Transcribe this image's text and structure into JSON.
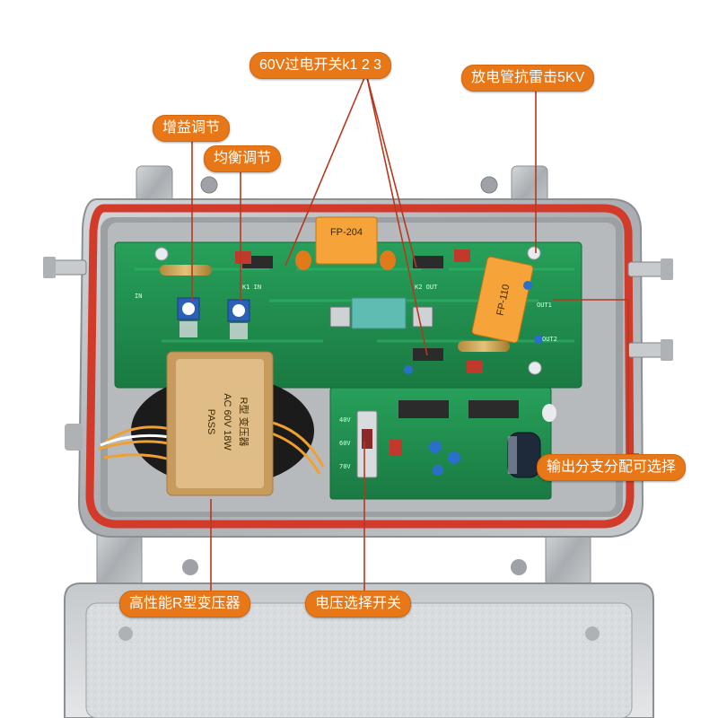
{
  "callouts": {
    "switch_60v": "60V过电开关k1 2 3",
    "surge_5kv": "放电管抗雷击5KV",
    "gain_adjust": "增益调节",
    "eq_adjust": "均衡调节",
    "output_select": "输出分支分配可选择",
    "transformer": "高性能R型变压器",
    "voltage_switch": "电压选择开关"
  },
  "pcb_labels": {
    "in": "IN",
    "out1": "OUT1",
    "out2": "OUT2",
    "fp204": "FP-204",
    "fp110": "FP-110",
    "k1_in": "K1 IN",
    "k2_out": "K2 OUT",
    "v40": "40V",
    "v60": "60V",
    "v70": "70V"
  },
  "transformer_labels": {
    "line1": "R型 变压器",
    "line2": "AC 60V 18W",
    "line3": "PASS"
  },
  "colors": {
    "callout_bg": "#e87717",
    "callout_line": "#b5391e",
    "pcb_green": "#1f8a4c",
    "gasket_red": "#d23a2a",
    "enclosure_gray": "#b9bcbf"
  }
}
